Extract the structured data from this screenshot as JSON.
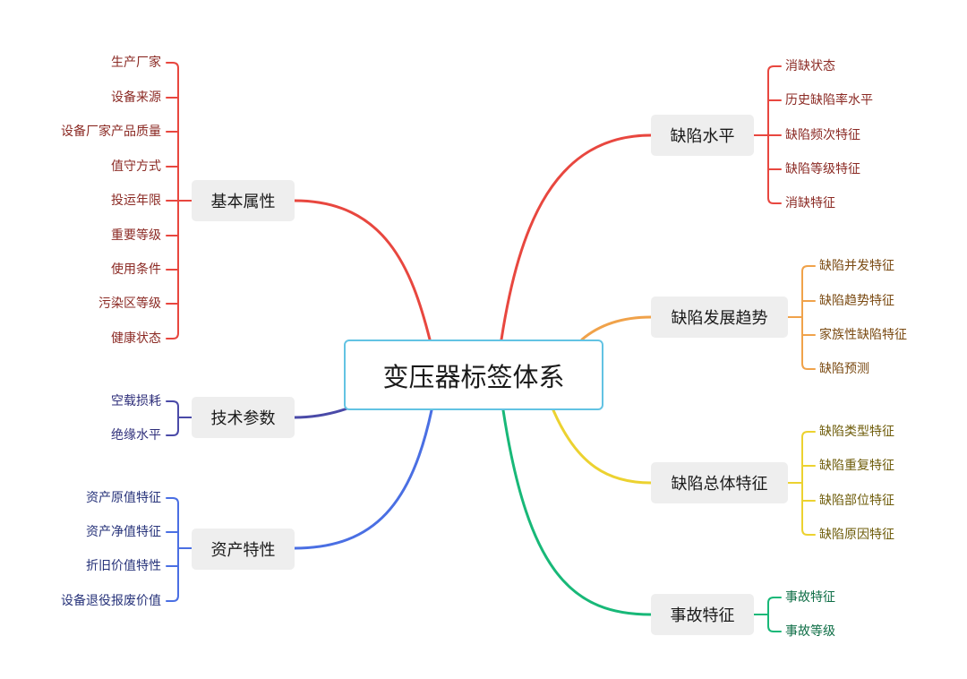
{
  "center": {
    "title": "变压器标签体系"
  },
  "branches": [
    {
      "label": "基本属性",
      "color": "#e8473f",
      "leaf_color": "#8b2a24",
      "leaves": [
        "生产厂家",
        "设备来源",
        "设备厂家产品质量",
        "值守方式",
        "投运年限",
        "重要等级",
        "使用条件",
        "污染区等级",
        "健康状态"
      ]
    },
    {
      "label": "技术参数",
      "color": "#4a4aa8",
      "leaf_color": "#2e2e7a",
      "leaves": [
        "空载损耗",
        "绝缘水平"
      ]
    },
    {
      "label": "资产特性",
      "color": "#4a6fe3",
      "leaf_color": "#27337a",
      "leaves": [
        "资产原值特征",
        "资产净值特征",
        "折旧价值特性",
        "设备退役报废价值"
      ]
    },
    {
      "label": "缺陷水平",
      "color": "#e8473f",
      "leaf_color": "#8b2a24",
      "leaves": [
        "消缺状态",
        "历史缺陷率水平",
        "缺陷频次特征",
        "缺陷等级特征",
        "消缺特征"
      ]
    },
    {
      "label": "缺陷发展趋势",
      "color": "#f0a24a",
      "leaf_color": "#7a4a12",
      "leaves": [
        "缺陷并发特征",
        "缺陷趋势特征",
        "家族性缺陷特征",
        "缺陷预测"
      ]
    },
    {
      "label": "缺陷总体特征",
      "color": "#ecd230",
      "leaf_color": "#6e5c0a",
      "leaves": [
        "缺陷类型特征",
        "缺陷重复特征",
        "缺陷部位特征",
        "缺陷原因特征"
      ]
    },
    {
      "label": "事故特征",
      "color": "#18b878",
      "leaf_color": "#0e6e46",
      "leaves": [
        "事故特征",
        "事故等级"
      ]
    }
  ]
}
